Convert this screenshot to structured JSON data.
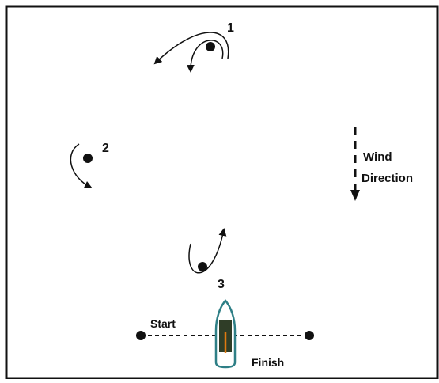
{
  "marks": [
    {
      "id": "mark-1",
      "label": "1"
    },
    {
      "id": "mark-2",
      "label": "2"
    },
    {
      "id": "mark-3",
      "label": "3"
    }
  ],
  "wind": {
    "line1": "Wind",
    "line2": "Direction"
  },
  "start_label": "Start",
  "finish_label": "Finish",
  "colors": {
    "ink": "#111111",
    "boat_hull": "#2e7f86",
    "boat_cabin": "#2f3d27",
    "mast": "#e07a10"
  }
}
